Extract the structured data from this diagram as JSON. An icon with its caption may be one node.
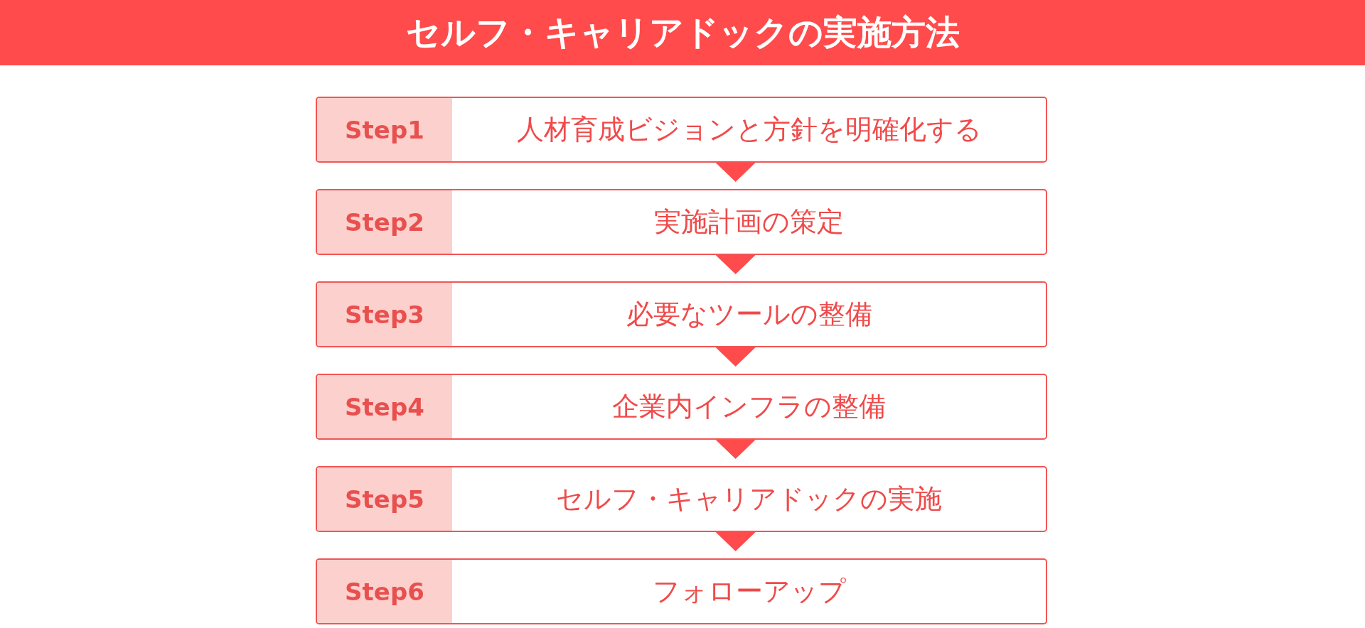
{
  "diagram": {
    "title": "セルフ・キャリアドックの実施方法",
    "nodes": [
      {
        "text": [
          "Step1",
          "人材育成ビジョンと方針を明確化する"
        ]
      },
      {
        "text": [
          "Step2",
          "実施計画の策定"
        ]
      },
      {
        "text": [
          "Step3",
          "必要なツールの整備"
        ]
      },
      {
        "text": [
          "Step4",
          "企業内インフラの整備"
        ]
      },
      {
        "text": [
          "Step5",
          "セルフ・キャリアドックの実施"
        ]
      },
      {
        "text": [
          "Step6",
          "フォローアップ"
        ]
      }
    ],
    "edges": [
      {
        "from": 0,
        "to": 1,
        "arrow": "to"
      },
      {
        "from": 1,
        "to": 2,
        "arrow": "to"
      },
      {
        "from": 2,
        "to": 3,
        "arrow": "to"
      },
      {
        "from": 3,
        "to": 4,
        "arrow": "to"
      },
      {
        "from": 4,
        "to": 5,
        "arrow": "to"
      }
    ]
  }
}
